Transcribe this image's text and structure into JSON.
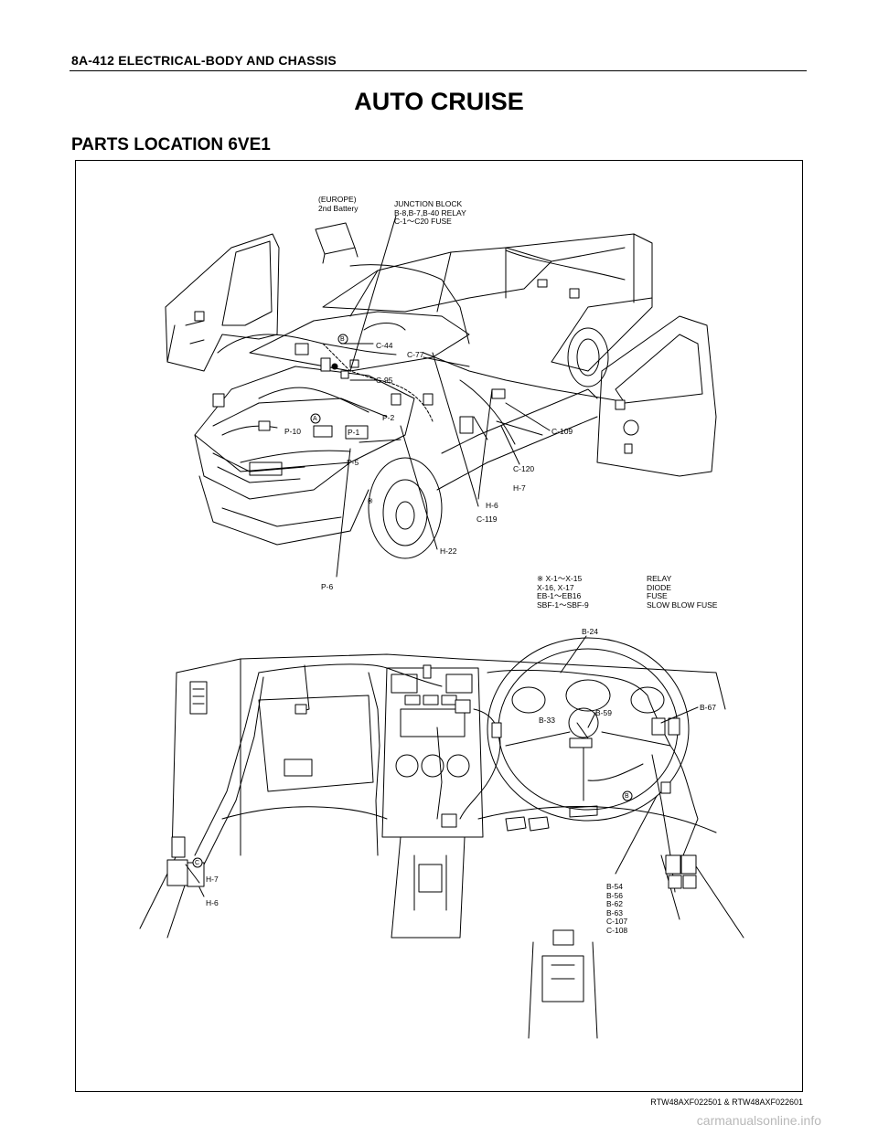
{
  "header": {
    "section": "8A-412  ELECTRICAL-BODY AND CHASSIS"
  },
  "title": "AUTO CRUISE",
  "subtitle": "PARTS LOCATION 6VE1",
  "labels": {
    "europe_battery": "(EUROPE)\n2nd Battery",
    "junction_block": "JUNCTION BLOCK\nB-8,B-7,B-40 RELAY\nC-1～C20 FUSE",
    "c44": "C-44",
    "c77": "C-77",
    "c95": "C-95",
    "p2": "P-2",
    "p10": "P-10",
    "p1": "P-1",
    "p5": "P-5",
    "c109": "C-109",
    "c120": "C-120",
    "h7_top": "H-7",
    "h6_top": "H-6",
    "c119": "C-119",
    "h22": "H-22",
    "p6": "P-6",
    "asterisk": "※",
    "circle_a": "A",
    "circle_b_top": "B",
    "b24": "B-24",
    "b67": "B-67",
    "b33": "B-33",
    "b59": "B-59",
    "circle_b_bottom": "B",
    "circle_c": "C",
    "h7_bottom": "H-7",
    "h6_bottom": "H-6",
    "connector_list": "B-54\nB-56\nB-62\nB-63\nC-107\nC-108"
  },
  "legend": [
    {
      "code": "※ X-1～X-15",
      "desc": "RELAY"
    },
    {
      "code": "   X-16, X-17",
      "desc": "DIODE"
    },
    {
      "code": "   EB-1～EB16",
      "desc": "FUSE"
    },
    {
      "code": "   SBF-1～SBF-9",
      "desc": "SLOW BLOW FUSE"
    }
  ],
  "figure_ref": "RTW48AXF022501 & RTW48AXF022601",
  "watermark": "carmanualsonline.info"
}
